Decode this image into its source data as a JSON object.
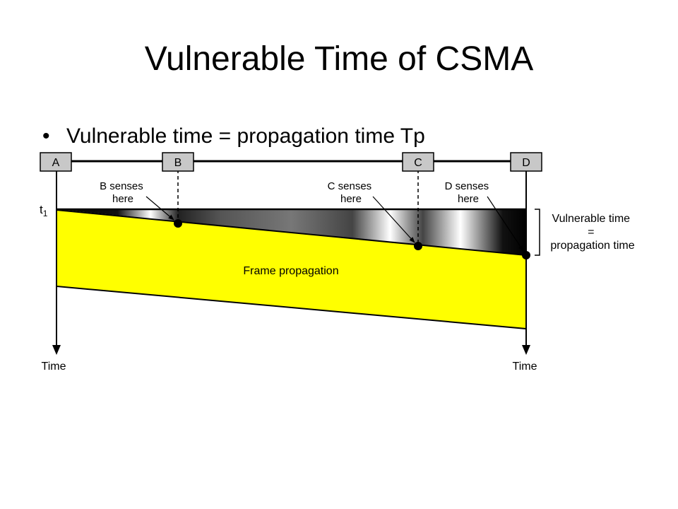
{
  "slide": {
    "title": "Vulnerable Time of CSMA",
    "bullet": "Vulnerable time = propagation time Tp",
    "bullet_icon": "•"
  },
  "diagram": {
    "stations": [
      "A",
      "B",
      "C",
      "D"
    ],
    "start_label": "t",
    "start_subscript": "1",
    "senses": [
      {
        "station": "B",
        "line1": "B senses",
        "line2": "here"
      },
      {
        "station": "C",
        "line1": "C senses",
        "line2": "here"
      },
      {
        "station": "D",
        "line1": "D senses",
        "line2": "here"
      }
    ],
    "frame_label": "Frame propagation",
    "vulnerable": {
      "line1": "Vulnerable time",
      "line2": "=",
      "line3": "propagation time"
    },
    "time_left": "Time",
    "time_right": "Time",
    "colors": {
      "frame": "#ffff00",
      "outline": "#000000",
      "station_fill": "#c8c8c8"
    }
  }
}
